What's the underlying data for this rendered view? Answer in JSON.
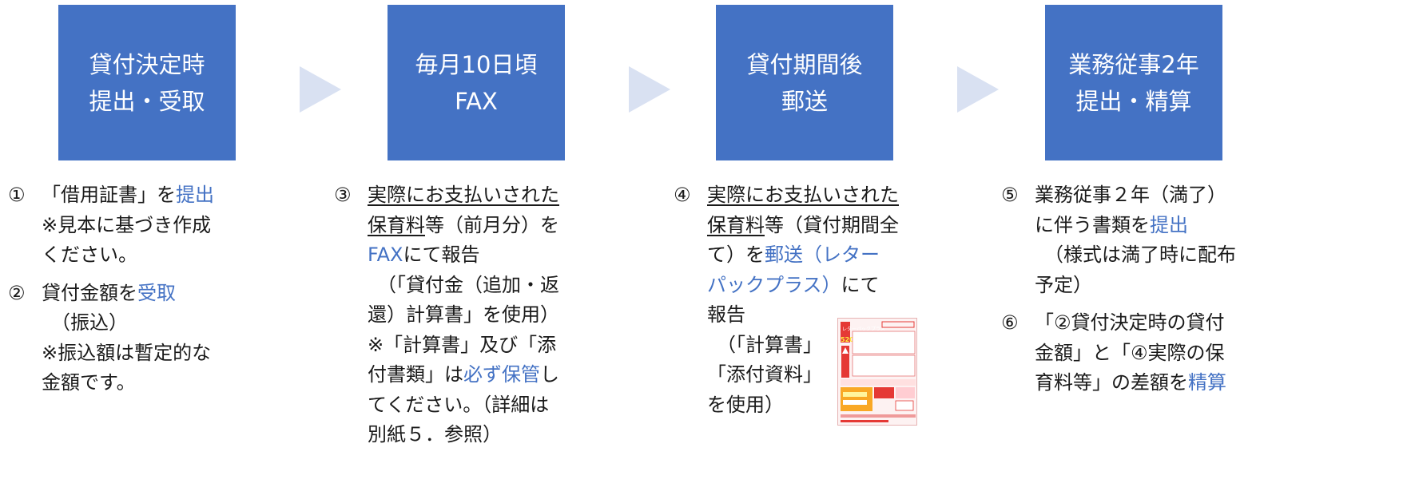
{
  "steps": [
    {
      "line1": "貸付決定時",
      "line2": "提出・受取"
    },
    {
      "line1": "毎月10日頃",
      "line2": "FAX"
    },
    {
      "line1": "貸付期間後",
      "line2": "郵送"
    },
    {
      "line1": "業務従事2年",
      "line2": "提出・精算"
    }
  ],
  "col1": {
    "n1": "①",
    "i1a": "「借用証書」を",
    "i1b": "提出",
    "i1c": "※見本に基づき作成",
    "i1d": "ください。",
    "n2": "②",
    "i2a": "貸付金額を",
    "i2b": "受取",
    "i2c": "（振込）",
    "i2d": "※振込額は暫定的な",
    "i2e": "金額です。"
  },
  "col2": {
    "n": "③",
    "a": "実際にお支払いされた",
    "b": "保育料",
    "c": "等（前月分）を",
    "d": "FAX",
    "e": "にて報告",
    "f": "（「貸付金（追加・返",
    "g": "還）計算書」を使用）",
    "h": "※「計算書」及び「添",
    "i": "付書類」は",
    "j": "必ず保管",
    "k": "し",
    "l": "てください。（詳細は",
    "m": "別紙５．参照）"
  },
  "col3": {
    "n": "④",
    "a": "実際にお支払いされた",
    "b": "保育料",
    "c": "等（貸付期間全",
    "d": "て）を",
    "e": "郵送（レター",
    "f": "パックプラス）",
    "g": "にて",
    "h": "報告",
    "i": "（「計算書」",
    "j": "「添付資料」",
    "k": "を使用）",
    "pack_brand": "レターパックプラス",
    "pack_price": "520"
  },
  "col4": {
    "n5": "⑤",
    "a": "業務従事２年（満了）",
    "b": "に伴う書類を",
    "c": "提出",
    "d": "（様式は満了時に配布",
    "e": "予定）",
    "n6": "⑥",
    "f": "「②貸付決定時の貸付",
    "g": "金額」と「④実際の保",
    "h": "育料等」の差額を",
    "i": "精算"
  }
}
